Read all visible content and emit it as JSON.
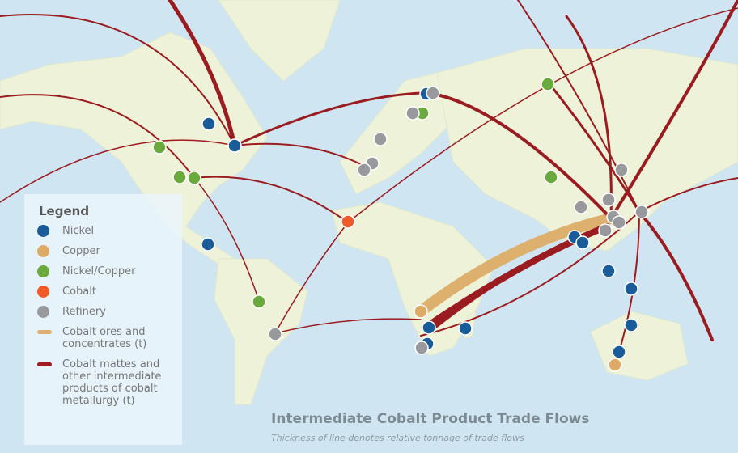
{
  "title": "Intermediate Cobalt Product Trade Flows",
  "subtitle": "Thickness of line denotes relative tonnage of trade flows",
  "legend": {
    "heading": "Legend",
    "items": [
      {
        "label": "Nickel",
        "color": "#1a5c9a",
        "kind": "dot"
      },
      {
        "label": "Copper",
        "color": "#deaa66",
        "kind": "dot"
      },
      {
        "label": "Nickel/Copper",
        "color": "#6aaa3c",
        "kind": "dot"
      },
      {
        "label": "Cobalt",
        "color": "#ef5a28",
        "kind": "dot"
      },
      {
        "label": "Refinery",
        "color": "#98999d",
        "kind": "dot"
      },
      {
        "label": "Cobalt ores and concentrates (t)",
        "color": "#deb06e",
        "kind": "bar"
      },
      {
        "label": "Cobalt mattes and other intermediate products of cobalt metallurgy (t)",
        "color": "#a11c22",
        "kind": "bar"
      }
    ]
  },
  "colors": {
    "ocean": "#cfe6f2",
    "land": "#eef2d8",
    "flow": "#9b1c20",
    "ore": "#deb06e"
  }
}
